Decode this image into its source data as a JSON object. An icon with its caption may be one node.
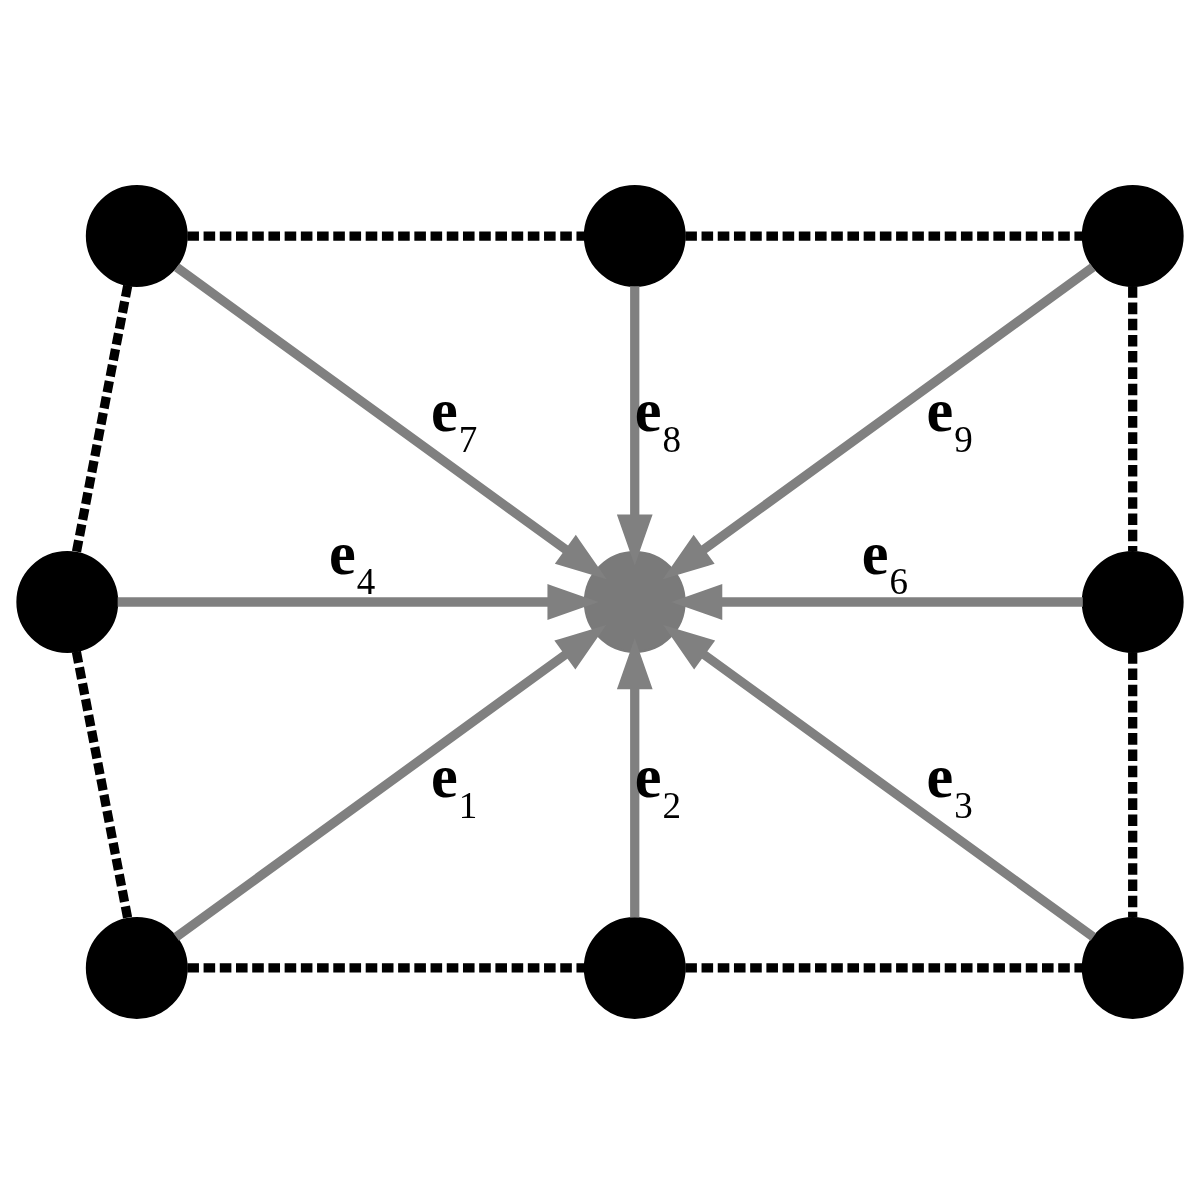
{
  "diagram": {
    "nodes": [
      {
        "text": [],
        "shape": "circle"
      },
      {
        "text": [],
        "shape": "circle"
      },
      {
        "text": [],
        "shape": "circle"
      },
      {
        "text": [],
        "shape": "circle"
      },
      {
        "text": [],
        "shape": "circle"
      },
      {
        "text": [],
        "shape": "circle"
      },
      {
        "text": [],
        "shape": "circle"
      },
      {
        "text": [],
        "shape": "circle"
      },
      {
        "text": [],
        "shape": "circle"
      }
    ],
    "edges": [
      {
        "from": 6,
        "to": 4,
        "arrow": "to",
        "label": "**e**$_{1}$",
        "color": "#808080"
      },
      {
        "from": 7,
        "to": 4,
        "arrow": "to",
        "label": "**e**$_{2}$",
        "color": "#808080"
      },
      {
        "from": 8,
        "to": 4,
        "arrow": "to",
        "label": "**e**$_{3}$",
        "color": "#808080"
      },
      {
        "from": 3,
        "to": 4,
        "arrow": "to",
        "label": "**e**$_{4}$",
        "color": "#808080"
      },
      {
        "from": 5,
        "to": 4,
        "arrow": "to",
        "label": "**e**$_{6}$",
        "color": "#808080"
      },
      {
        "from": 0,
        "to": 4,
        "arrow": "to",
        "label": "**e**$_{7}$",
        "color": "#808080"
      },
      {
        "from": 1,
        "to": 4,
        "arrow": "to",
        "label": "**e**$_{8}$",
        "color": "#808080"
      },
      {
        "from": 2,
        "to": 4,
        "arrow": "to",
        "label": "**e**$_{9}$",
        "color": "#808080"
      },
      {
        "from": 0,
        "to": 1,
        "arrow": "none",
        "style": "dashed",
        "color": "#000000"
      },
      {
        "from": 1,
        "to": 2,
        "arrow": "none",
        "style": "dashed",
        "color": "#000000"
      },
      {
        "from": 2,
        "to": 5,
        "arrow": "none",
        "style": "dashed",
        "color": "#000000"
      },
      {
        "from": 5,
        "to": 8,
        "arrow": "none",
        "style": "dashed",
        "color": "#000000"
      },
      {
        "from": 8,
        "to": 7,
        "arrow": "none",
        "style": "dashed",
        "color": "#000000"
      },
      {
        "from": 7,
        "to": 6,
        "arrow": "none",
        "style": "dashed",
        "color": "#000000"
      },
      {
        "from": 6,
        "to": 3,
        "arrow": "none",
        "style": "dashed",
        "color": "#000000"
      },
      {
        "from": 3,
        "to": 0,
        "arrow": "none",
        "style": "dashed",
        "color": "#000000"
      }
    ]
  }
}
